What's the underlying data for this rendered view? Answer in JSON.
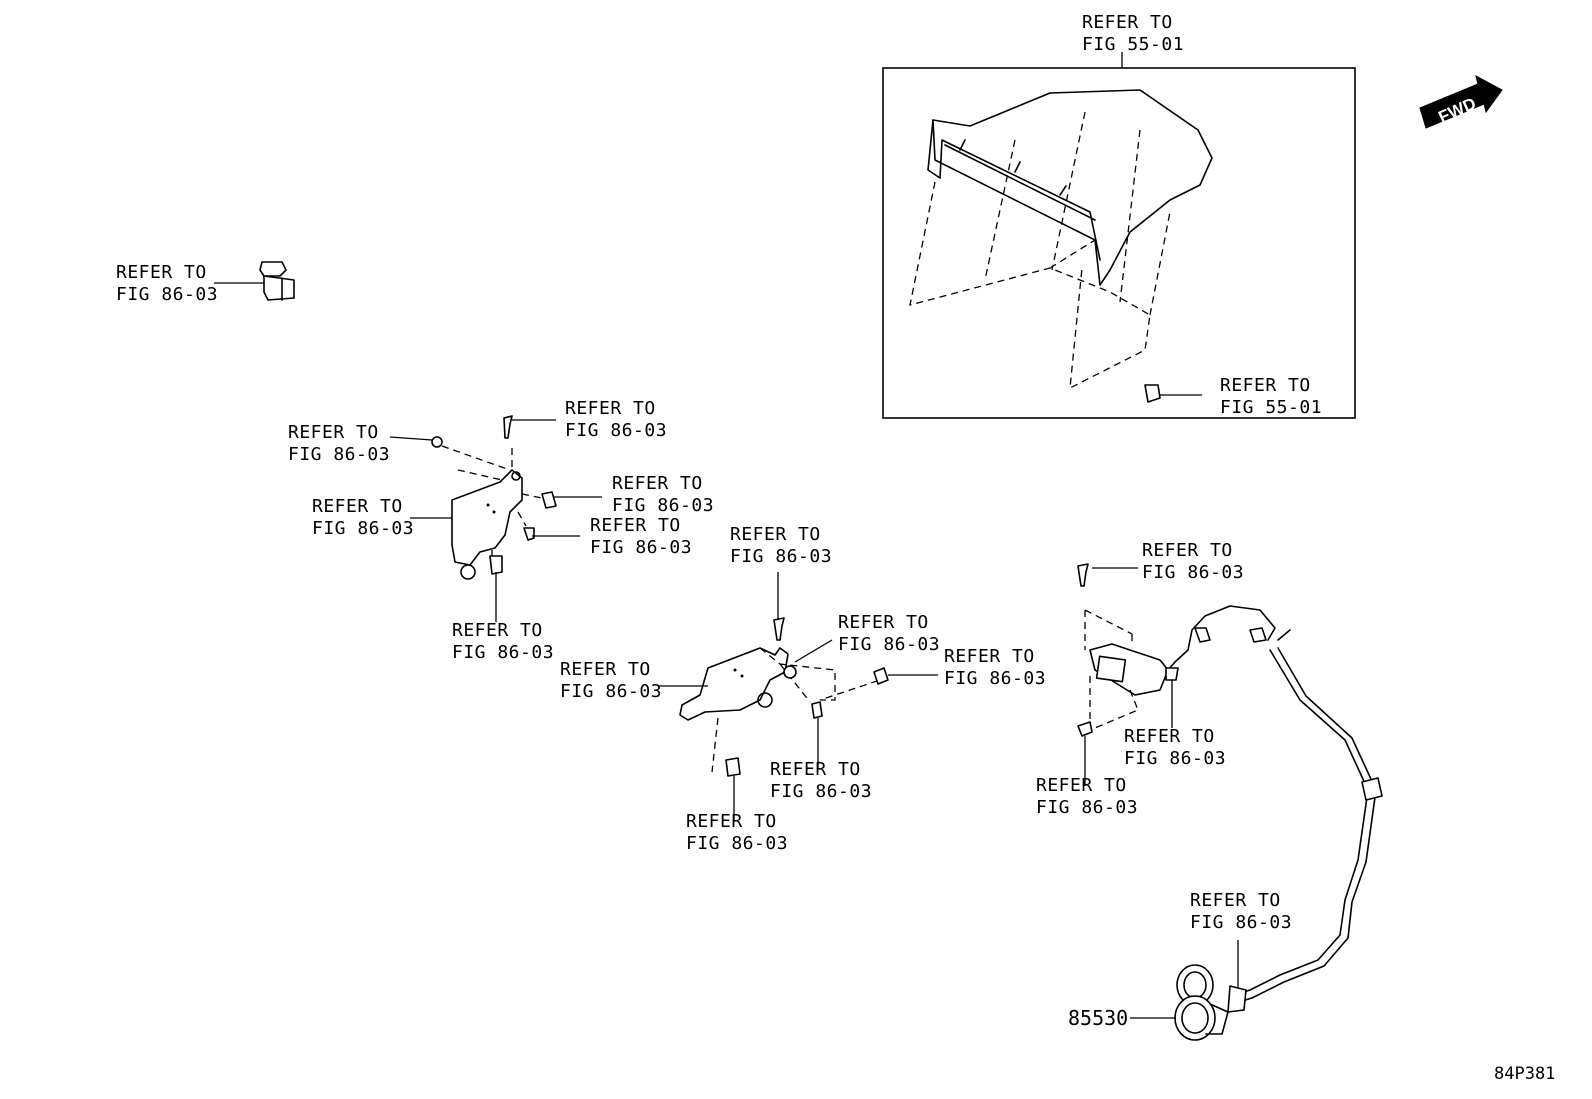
{
  "callouts": [
    {
      "line1": "REFER TO",
      "line2": "FIG 55-01"
    },
    {
      "line1": "REFER TO",
      "line2": "FIG 55-01"
    },
    {
      "line1": "REFER TO",
      "line2": "FIG 86-03"
    },
    {
      "line1": "REFER TO",
      "line2": "FIG 86-03"
    },
    {
      "line1": "REFER TO",
      "line2": "FIG 86-03"
    },
    {
      "line1": "REFER TO",
      "line2": "FIG 86-03"
    },
    {
      "line1": "REFER TO",
      "line2": "FIG 86-03"
    },
    {
      "line1": "REFER TO",
      "line2": "FIG 86-03"
    },
    {
      "line1": "REFER TO",
      "line2": "FIG 86-03"
    },
    {
      "line1": "REFER TO",
      "line2": "FIG 86-03"
    },
    {
      "line1": "REFER TO",
      "line2": "FIG 86-03"
    },
    {
      "line1": "REFER TO",
      "line2": "FIG 86-03"
    },
    {
      "line1": "REFER TO",
      "line2": "FIG 86-03"
    },
    {
      "line1": "REFER TO",
      "line2": "FIG 86-03"
    },
    {
      "line1": "REFER TO",
      "line2": "FIG 86-03"
    },
    {
      "line1": "REFER TO",
      "line2": "FIG 86-03"
    },
    {
      "line1": "REFER TO",
      "line2": "FIG 86-03"
    },
    {
      "line1": "REFER TO",
      "line2": "FIG 86-03"
    },
    {
      "line1": "REFER TO",
      "line2": "FIG 86-03"
    }
  ],
  "part_number": "85530",
  "diagram_id": "84P381",
  "fwd_label": "FWD"
}
